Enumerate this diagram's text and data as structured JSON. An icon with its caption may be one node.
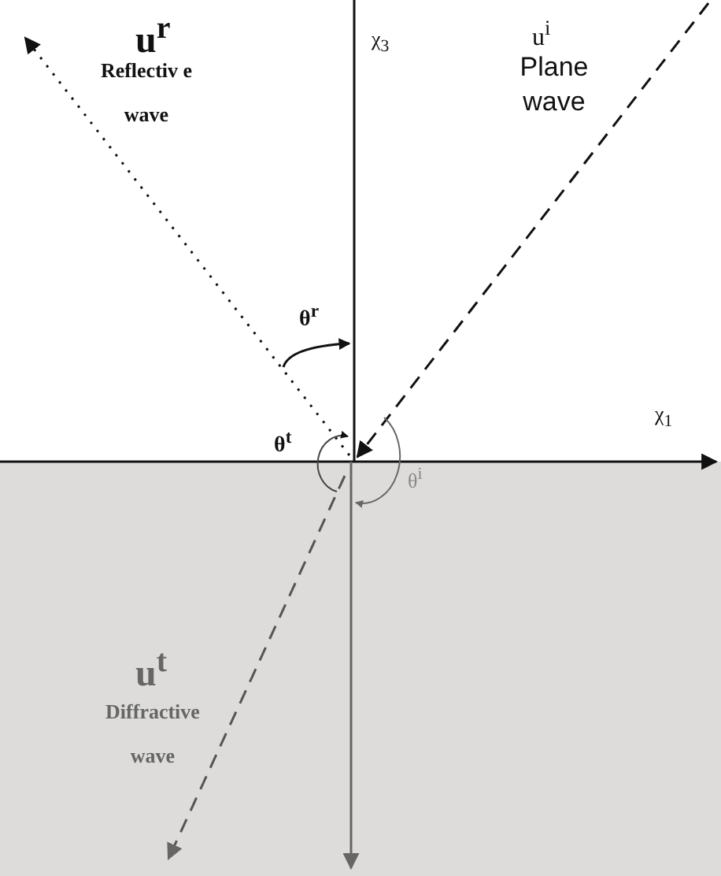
{
  "diagram": {
    "labels": [
      "u$^{r}$",
      "Reflectiv e wave",
      "χ$_{3}$",
      "u$^{i}$",
      "Plane wave",
      "θ$^{r}$",
      "θ$^{t}$",
      "χ$_{1}$",
      "θ$^{i}$",
      "u$^{t}$",
      "Diffractive wave"
    ]
  }
}
